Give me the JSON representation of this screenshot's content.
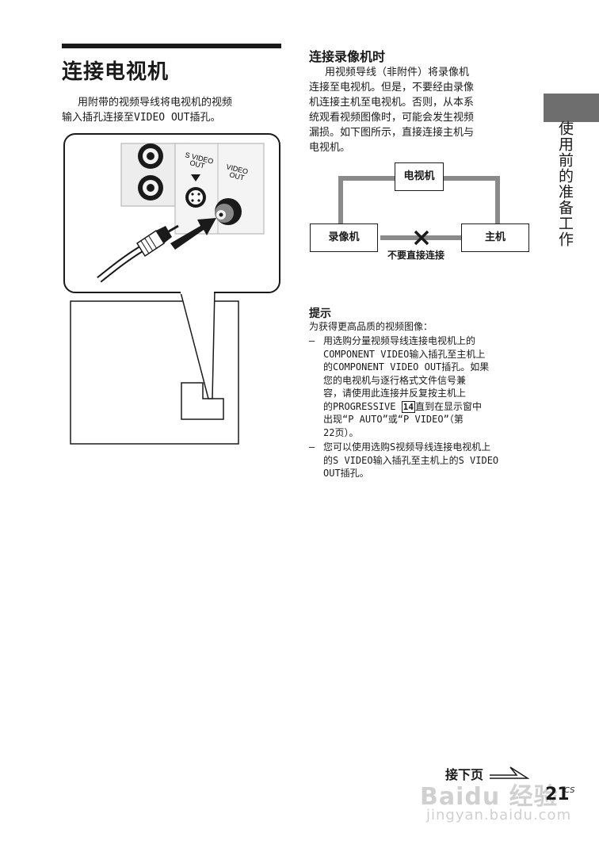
{
  "left": {
    "heading": "连接电视机",
    "paragraph_line1": "用附带的视频导线将电视机的视频",
    "paragraph_line2": "输入插孔连接至VIDEO OUT插孔。",
    "illustration": {
      "label_svideo_1": "S VIDEO",
      "label_svideo_2": "OUT",
      "label_video_1": "VIDEO",
      "label_video_2": "OUT"
    }
  },
  "right": {
    "heading": "连接录像机时",
    "paragraph": [
      "用视频导线（非附件）将录像机",
      "连接至电视机。但是，不要经由录像",
      "机连接主机至电视机。否则，从本系",
      "统观看视频图像时，可能会发生视频",
      "漏损。如下图所示，直接连接主机与",
      "电视机。"
    ],
    "diagram": {
      "tv": "电视机",
      "vcr": "录像机",
      "main": "主机",
      "warning": "不要直接连接"
    },
    "tip": {
      "title": "提示",
      "intro": "为获得更高品质的视频图像：",
      "dash": "–",
      "item1": {
        "lines": [
          "用选购分量视频导线连接电视机上的",
          "COMPONENT VIDEO输入插孔至主机上",
          "的COMPONENT VIDEO OUT插孔。如果",
          "您的电视机与逐行格式文件信号兼",
          "容，请使用此连接并反复按主机上"
        ],
        "line6_pre": "的PROGRESSIVE ",
        "line6_num": "14",
        "line6_post": "直到在显示窗中",
        "line7": "出现“P AUTO”或“P VIDEO”（第",
        "line8": "22页）。"
      },
      "item2": {
        "lines": [
          "您可以使用选购S视频导线连接电视机上",
          "的S VIDEO输入插孔至主机上的S VIDEO",
          "OUT插孔。"
        ]
      }
    }
  },
  "side_tab": {
    "text": "使用前的准备工作",
    "color": "#6e6e6e"
  },
  "footer": {
    "next": "接下页",
    "page_number": "21",
    "page_suffix": "CS",
    "watermark": "Baidu 经验",
    "watermark_url": "jingyan.baidu.com"
  }
}
